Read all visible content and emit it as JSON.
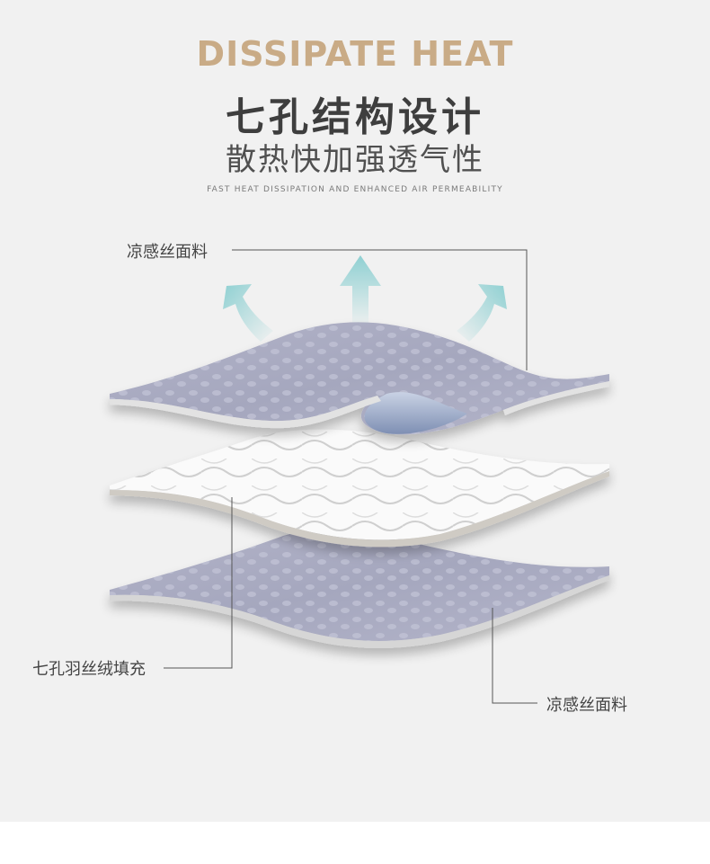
{
  "header": {
    "title_en": "DISSIPATE HEAT",
    "title_cn": "七孔结构设计",
    "subtitle_cn": "散热快加强透气性",
    "tagline": "FAST HEAT DISSIPATION AND ENHANCED AIR PERMEABILITY"
  },
  "layers": [
    {
      "label": "凉感丝面料"
    },
    {
      "label": "七孔羽丝绒填充"
    },
    {
      "label": "凉感丝面料"
    }
  ],
  "colors": {
    "accent": "#c9ab86",
    "title": "#3e3e3e",
    "fabric": "#a9abc2",
    "filling": "#f7f7f7",
    "arrow": "#8fd0d2",
    "background": "#f1f1f1"
  }
}
